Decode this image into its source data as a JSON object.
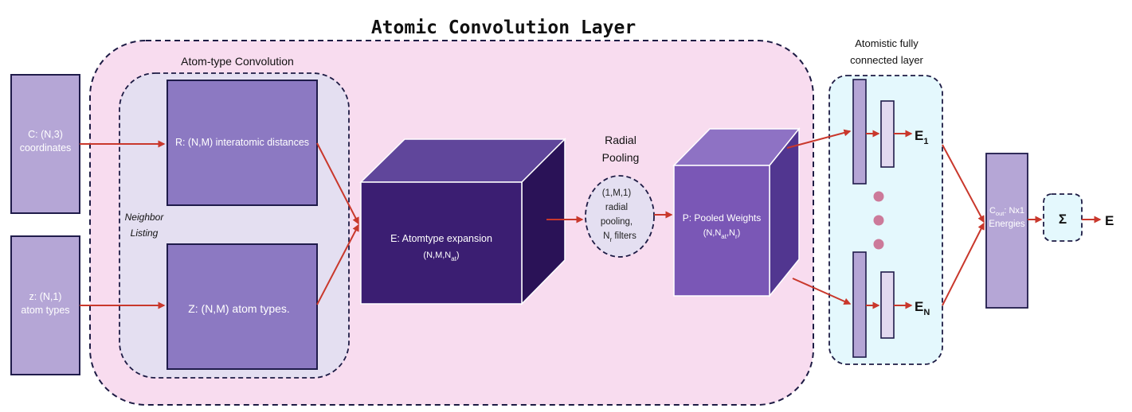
{
  "colors": {
    "outer_region": "#f8dcef",
    "inner_region": "#e4dff1",
    "fc_region": "#e4f8fd",
    "input_box": "#b5a6d6",
    "box_mid": "#8c79c2",
    "cube_dark_front": "#3b1e72",
    "cube_dark_top": "#60469b",
    "cube_dark_side": "#2a1257",
    "cube_light_front": "#7a57b6",
    "cube_light_top": "#8e72c4",
    "cube_light_side": "#513690",
    "arrow": "#c9382c",
    "dot": "#cc7a9a",
    "dashed_border": "#1d1b44"
  },
  "titles": {
    "main": "Atomic Convolution Layer",
    "atom_type_conv": "Atom-type Convolution",
    "fc_line1": "Atomistic fully",
    "fc_line2": "connected layer",
    "radial_line1": "Radial",
    "radial_line2": "Pooling",
    "neighbor_line1": "Neighbor",
    "neighbor_line2": "Listing"
  },
  "inputs": {
    "coords_line1": "C: (N,3)",
    "coords_line2": "coordinates",
    "types_line1": "z: (N,1)",
    "types_line2": "atom types"
  },
  "boxes": {
    "distances": "R: (N,M) interatomic distances",
    "atomtypes": "Z: (N,M) atom types."
  },
  "expansion": {
    "line1": "E: Atomtype expansion",
    "line2_main": "(N,M,N",
    "line2_sub": "at",
    "line2_end": ")"
  },
  "pooling": {
    "line1": "(1,M,1)",
    "line2": "radial",
    "line3": "pooling,",
    "line4_main": "N",
    "line4_sub": "r",
    "line4_end": " filters"
  },
  "pooled": {
    "line1": "P: Pooled Weights",
    "line2_a": "(N,N",
    "line2_sub1": "at",
    "line2_b": ",N",
    "line2_sub2": "r",
    "line2_end": ")"
  },
  "outputs": {
    "e1_main": "E",
    "e1_sub": "1",
    "en_main": "E",
    "en_sub": "N"
  },
  "energies": {
    "line1_main": "C",
    "line1_sub": "out",
    "line1_end": ": Nx1",
    "line2": "Energies"
  },
  "sum": {
    "symbol": "Σ",
    "result": "E"
  }
}
